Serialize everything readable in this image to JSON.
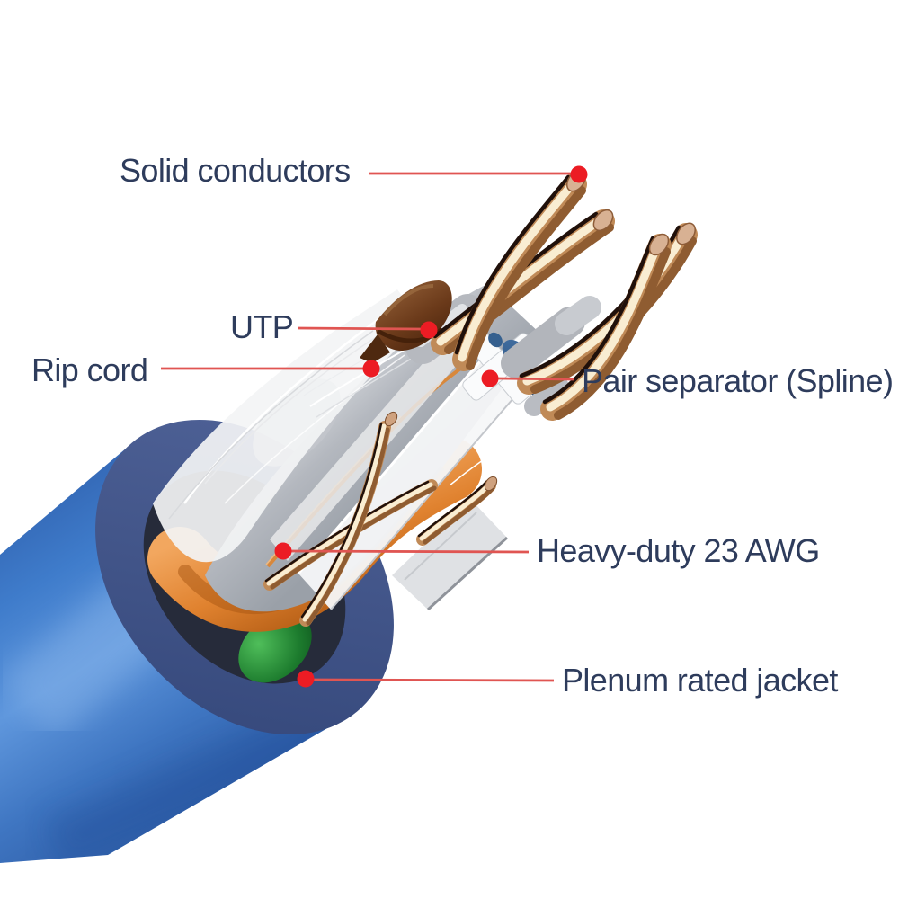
{
  "page": {
    "background_color": "#ffffff"
  },
  "diagram": {
    "description": "Cutaway illustration of a blue UTP network cable showing internal components",
    "labels": {
      "solid_conductors": "Solid conductors",
      "utp": "UTP",
      "rip_cord": "Rip cord",
      "pair_separator": "Pair separator (Spline)",
      "heavy_duty": "Heavy-duty 23 AWG",
      "plenum_jacket": "Plenum rated jacket"
    },
    "colors": {
      "label_text": "#2e3c5c",
      "callout_line": "#e05552",
      "callout_dot": "#ec1c24",
      "jacket_blue": "#3f7ccb",
      "jacket_cut_rim": "#3d5184",
      "copper": "#c08a57",
      "pair_orange": "#e0822f",
      "pair_green": "#1d7c2e",
      "wrap_grey": "#b4b8bf",
      "spline_white": "#f6f7f8",
      "insulation_brown": "#6b3a1a",
      "insulation_blue": "#3a6494"
    }
  }
}
